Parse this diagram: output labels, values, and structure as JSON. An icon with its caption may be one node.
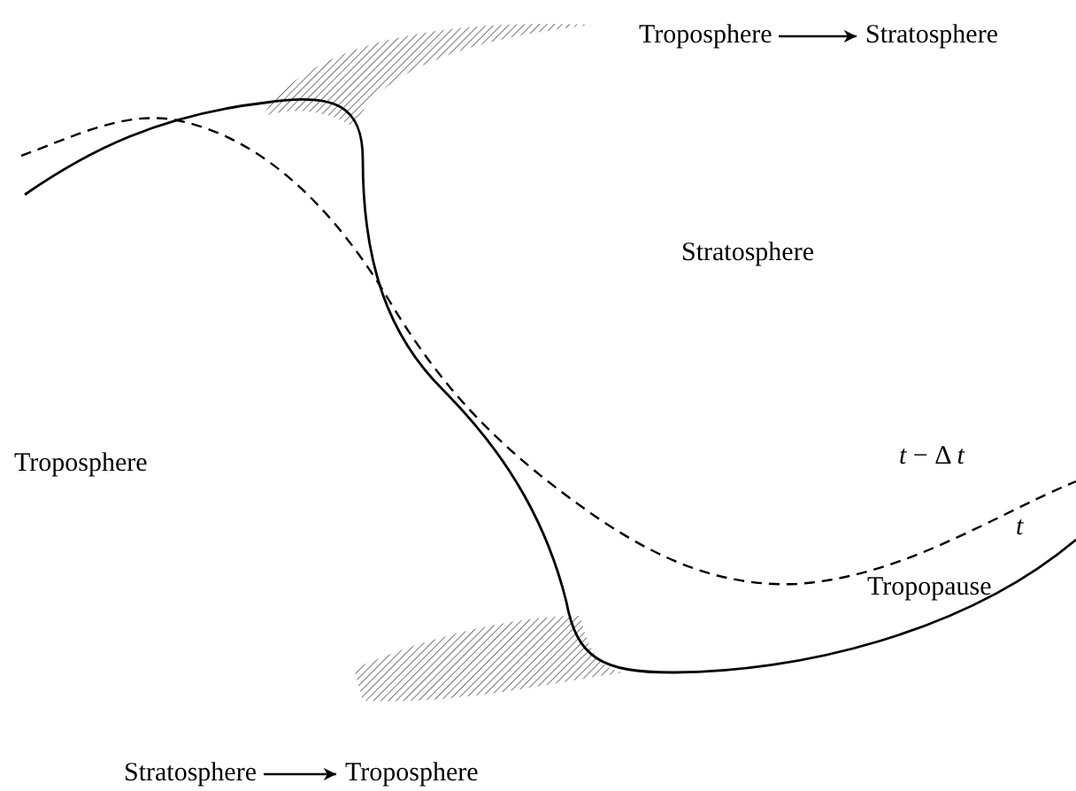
{
  "diagram": {
    "nodes": [
      {
        "text": [
          "Troposphere"
        ]
      },
      {
        "text": [
          "Stratosphere"
        ]
      },
      {
        "text": [
          "Stratosphere"
        ]
      },
      {
        "text": [
          "Troposphere"
        ]
      },
      {
        "text": [],
        "shape": "band"
      },
      {
        "text": [],
        "shape": "band"
      }
    ],
    "edges": [
      {
        "from": 0,
        "to": 1,
        "arrow": "to"
      },
      {
        "from": 2,
        "to": 3,
        "arrow": "to"
      }
    ],
    "labels": [
      "Stratosphere",
      "Troposphere",
      "*t* − Δ *t*",
      "t",
      "Tropopause"
    ]
  }
}
